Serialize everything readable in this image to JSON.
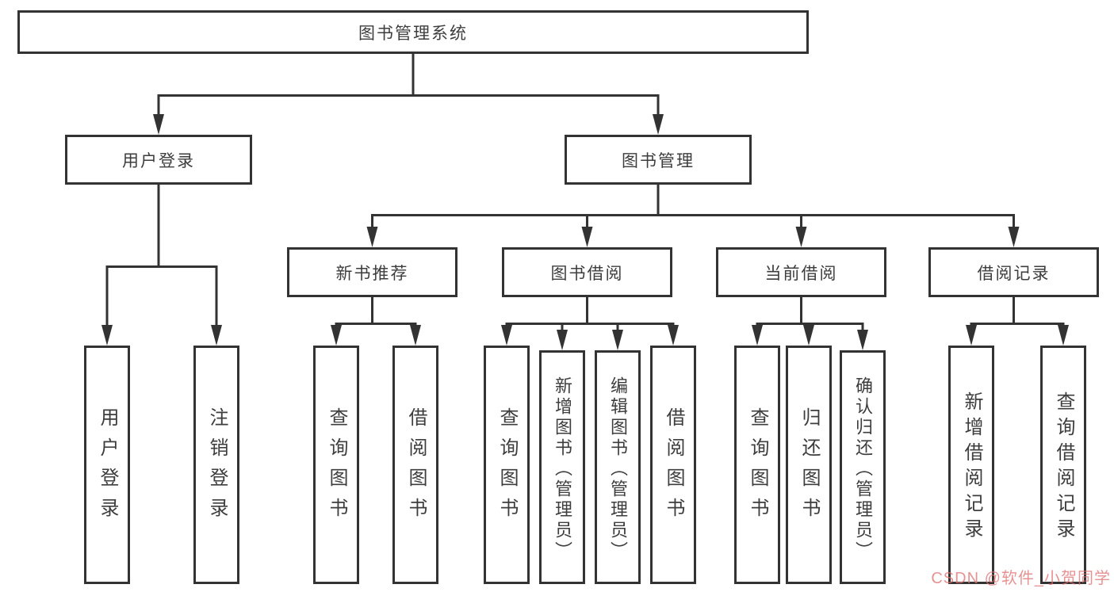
{
  "diagram": {
    "title": "图书管理系统",
    "branches": [
      {
        "label": "用户登录",
        "children": [
          "用户登录",
          "注销登录"
        ]
      },
      {
        "label": "图书管理",
        "sections": [
          {
            "label": "新书推荐",
            "children": [
              "查询图书",
              "借阅图书"
            ]
          },
          {
            "label": "图书借阅",
            "children": [
              "查询图书",
              "新增图书（管理员）",
              "编辑图书（管理员）",
              "借阅图书"
            ]
          },
          {
            "label": "当前借阅",
            "children": [
              "查询图书",
              "归还图书",
              "确认归还（管理员）"
            ]
          },
          {
            "label": "借阅记录",
            "children": [
              "新增借阅记录",
              "查询借阅记录"
            ]
          }
        ]
      }
    ],
    "watermark": "CSDN @软件_小贺同学",
    "colors": {
      "line": "#333333",
      "box_border": "#333333",
      "text": "#3d3d3d",
      "watermark": "#de6e6e",
      "background": "#ffffff"
    }
  }
}
